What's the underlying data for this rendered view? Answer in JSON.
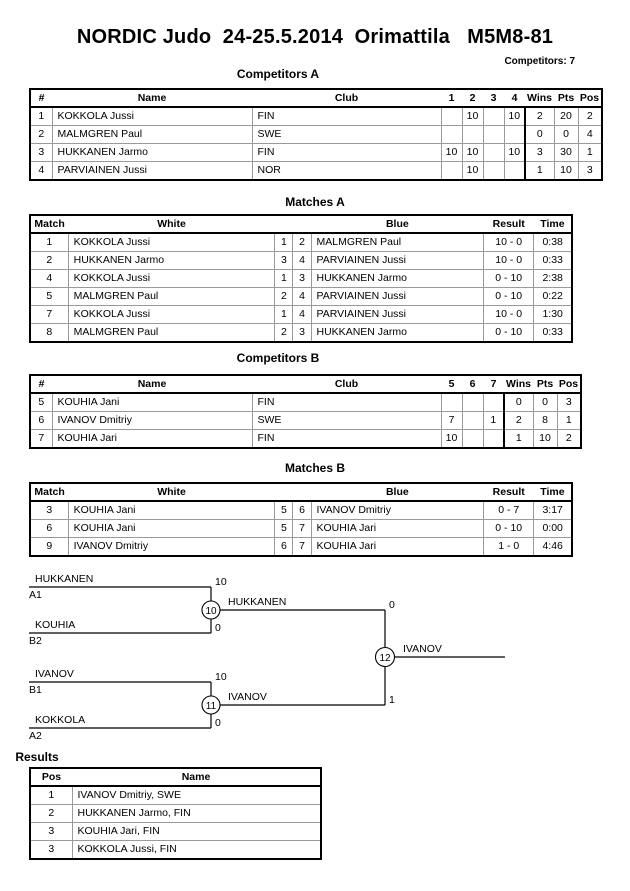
{
  "header": {
    "title": "NORDIC Judo  24-25.5.2014  Orimattila   M5M8-81",
    "competitors_label": "Competitors: 7"
  },
  "sections": {
    "competitors_a": "Competitors A",
    "matches_a": "Matches A",
    "competitors_b": "Competitors B",
    "matches_b": "Matches B",
    "results": "Results"
  },
  "competitors_a": {
    "columns": [
      "#",
      "Name",
      "Club",
      "1",
      "2",
      "3",
      "4",
      "Wins",
      "Pts",
      "Pos"
    ],
    "rows": [
      {
        "num": "1",
        "name": "KOKKOLA Jussi",
        "club": "FIN",
        "m1": "",
        "m2": "10",
        "m3": "",
        "m4": "10",
        "wins": "2",
        "pts": "20",
        "pos": "2"
      },
      {
        "num": "2",
        "name": "MALMGREN Paul",
        "club": "SWE",
        "m1": "",
        "m2": "",
        "m3": "",
        "m4": "",
        "wins": "0",
        "pts": "0",
        "pos": "4"
      },
      {
        "num": "3",
        "name": "HUKKANEN Jarmo",
        "club": "FIN",
        "m1": "10",
        "m2": "10",
        "m3": "",
        "m4": "10",
        "wins": "3",
        "pts": "30",
        "pos": "1"
      },
      {
        "num": "4",
        "name": "PARVIAINEN Jussi",
        "club": "NOR",
        "m1": "",
        "m2": "10",
        "m3": "",
        "m4": "",
        "wins": "1",
        "pts": "10",
        "pos": "3"
      }
    ]
  },
  "matches_a": {
    "columns": [
      "Match",
      "White",
      "Blue",
      "Result",
      "Time"
    ],
    "rows": [
      {
        "match": "1",
        "white": "KOKKOLA Jussi",
        "white_seed": "1",
        "blue_seed": "2",
        "blue": "MALMGREN Paul",
        "result": "10 - 0",
        "time": "0:38"
      },
      {
        "match": "2",
        "white": "HUKKANEN Jarmo",
        "white_seed": "3",
        "blue_seed": "4",
        "blue": "PARVIAINEN Jussi",
        "result": "10 - 0",
        "time": "0:33"
      },
      {
        "match": "4",
        "white": "KOKKOLA Jussi",
        "white_seed": "1",
        "blue_seed": "3",
        "blue": "HUKKANEN Jarmo",
        "result": "0 - 10",
        "time": "2:38"
      },
      {
        "match": "5",
        "white": "MALMGREN Paul",
        "white_seed": "2",
        "blue_seed": "4",
        "blue": "PARVIAINEN Jussi",
        "result": "0 - 10",
        "time": "0:22"
      },
      {
        "match": "7",
        "white": "KOKKOLA Jussi",
        "white_seed": "1",
        "blue_seed": "4",
        "blue": "PARVIAINEN Jussi",
        "result": "10 - 0",
        "time": "1:30"
      },
      {
        "match": "8",
        "white": "MALMGREN Paul",
        "white_seed": "2",
        "blue_seed": "3",
        "blue": "HUKKANEN Jarmo",
        "result": "0 - 10",
        "time": "0:33"
      }
    ]
  },
  "competitors_b": {
    "columns": [
      "#",
      "Name",
      "Club",
      "5",
      "6",
      "7",
      "Wins",
      "Pts",
      "Pos"
    ],
    "rows": [
      {
        "num": "5",
        "name": "KOUHIA Jani",
        "club": "FIN",
        "m5": "",
        "m6": "",
        "m7": "",
        "wins": "0",
        "pts": "0",
        "pos": "3"
      },
      {
        "num": "6",
        "name": "IVANOV Dmitriy",
        "club": "SWE",
        "m5": "7",
        "m6": "",
        "m7": "1",
        "wins": "2",
        "pts": "8",
        "pos": "1"
      },
      {
        "num": "7",
        "name": "KOUHIA Jari",
        "club": "FIN",
        "m5": "10",
        "m6": "",
        "m7": "",
        "wins": "1",
        "pts": "10",
        "pos": "2"
      }
    ]
  },
  "matches_b": {
    "columns": [
      "Match",
      "White",
      "Blue",
      "Result",
      "Time"
    ],
    "rows": [
      {
        "match": "3",
        "white": "KOUHIA Jani",
        "white_seed": "5",
        "blue_seed": "6",
        "blue": "IVANOV Dmitriy",
        "result": "0 - 7",
        "time": "3:17"
      },
      {
        "match": "6",
        "white": "KOUHIA Jani",
        "white_seed": "5",
        "blue_seed": "7",
        "blue": "KOUHIA Jari",
        "result": "0 - 10",
        "time": "0:00"
      },
      {
        "match": "9",
        "white": "IVANOV Dmitriy",
        "white_seed": "6",
        "blue_seed": "7",
        "blue": "KOUHIA Jari",
        "result": "1 - 0",
        "time": "4:46"
      }
    ]
  },
  "bracket": {
    "semifinal_1": {
      "match_number": "10",
      "top": {
        "name": "HUKKANEN",
        "code": "A1",
        "score": "10"
      },
      "bottom": {
        "name": "KOUHIA",
        "code": "B2",
        "score": "0"
      },
      "winner": "HUKKANEN"
    },
    "semifinal_2": {
      "match_number": "11",
      "top": {
        "name": "IVANOV",
        "code": "B1",
        "score": "10"
      },
      "bottom": {
        "name": "KOKKOLA",
        "code": "A2",
        "score": "0"
      },
      "winner": "IVANOV"
    },
    "final": {
      "match_number": "12",
      "top_score": "0",
      "bottom_score": "1",
      "winner": "IVANOV"
    }
  },
  "results": {
    "columns": [
      "Pos",
      "Name"
    ],
    "rows": [
      {
        "pos": "1",
        "name": "IVANOV Dmitriy, SWE"
      },
      {
        "pos": "2",
        "name": "HUKKANEN Jarmo, FIN"
      },
      {
        "pos": "3",
        "name": "KOUHIA Jari, FIN"
      },
      {
        "pos": "3",
        "name": "KOKKOLA Jussi, FIN"
      }
    ]
  }
}
